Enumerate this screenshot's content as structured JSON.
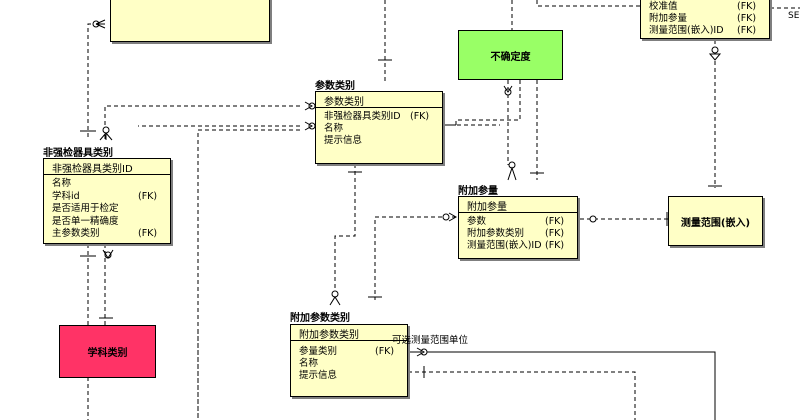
{
  "colors": {
    "entity_fill": "#ffffc6",
    "uncertainty_fill": "#99ff66",
    "discipline_fill": "#ff3366"
  },
  "entities": {
    "top_right": {
      "rows": [
        {
          "name": "校准值",
          "tag": "(FK)"
        },
        {
          "name": "附加参量",
          "tag": "(FK)"
        },
        {
          "name": "测量范围(嵌入)ID",
          "tag": "(FK)"
        }
      ],
      "edge_label": "SE"
    },
    "param_category": {
      "title": "参数类别",
      "pk": "参数类别",
      "rows": [
        {
          "name": "非强检器具类别ID",
          "tag": "(FK)"
        },
        {
          "name": "名称",
          "tag": ""
        },
        {
          "name": "提示信息",
          "tag": ""
        }
      ]
    },
    "non_mandatory_category": {
      "title": "非强检器具类别",
      "pk": "非强检器具类别ID",
      "rows": [
        {
          "name": "名称",
          "tag": ""
        },
        {
          "name": "学科id",
          "tag": "(FK)"
        },
        {
          "name": "是否适用于检定",
          "tag": ""
        },
        {
          "name": "是否单一精确度",
          "tag": ""
        },
        {
          "name": "主参数类别",
          "tag": "(FK)"
        }
      ]
    },
    "additional_param": {
      "title": "附加参量",
      "pk": "附加参量",
      "rows": [
        {
          "name": "参数",
          "tag": "(FK)"
        },
        {
          "name": "附加参数类别",
          "tag": "(FK)"
        },
        {
          "name": "测量范围(嵌入)ID",
          "tag": "(FK)"
        }
      ]
    },
    "additional_param_category": {
      "title": "附加参数类别",
      "pk": "附加参数类别",
      "rows": [
        {
          "name": "参量类别",
          "tag": "(FK)"
        },
        {
          "name": "名称",
          "tag": ""
        },
        {
          "name": "提示信息",
          "tag": ""
        }
      ]
    }
  },
  "boxes": {
    "uncertainty": "不确定度",
    "discipline_category": "学科类别",
    "measurement_range": "测量范围(嵌入)"
  },
  "relation_label": "可选测量范围单位"
}
